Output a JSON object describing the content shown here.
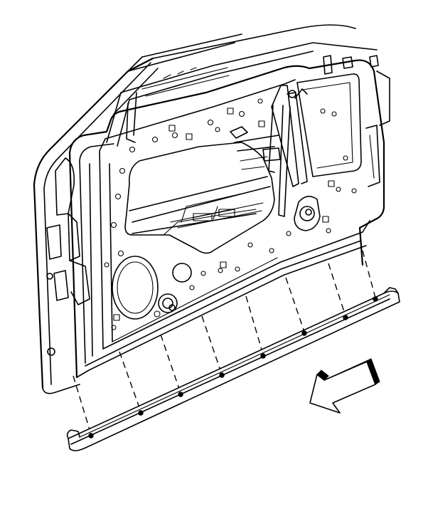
{
  "figure": {
    "description_visible_text": "",
    "parts": {
      "door_panel": "door-inner-panel",
      "weatherstrip": "door-lower-weatherstrip",
      "fasteners_count": 8,
      "direction_arrow": "direction-arrow-icon"
    }
  }
}
